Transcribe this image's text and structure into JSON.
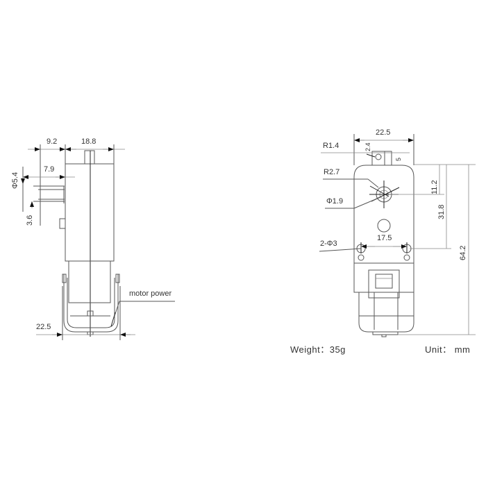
{
  "side_view": {
    "dimensions": {
      "shaft_offset": "9.2",
      "body_width": "18.8",
      "shaft_len": "7.9",
      "shaft_dia": "Φ5.4",
      "shaft_flat": "3.6",
      "bottom_width": "22.5"
    },
    "labels": {
      "motor_power": "motor power"
    }
  },
  "front_view": {
    "dimensions": {
      "top_width": "22.5",
      "r_small": "R1.4",
      "r_large": "R2.7",
      "hole_dia": "Φ1.9",
      "tab_h": "2.4",
      "tab_w": "5",
      "center_to_top": "11.2",
      "mount_to_top": "31.8",
      "total_height": "64.2",
      "mount_spacing": "17.5",
      "mount_holes": "2-Φ3"
    }
  },
  "footer": {
    "weight": "Weight：35g",
    "unit": "Unit： mm"
  }
}
